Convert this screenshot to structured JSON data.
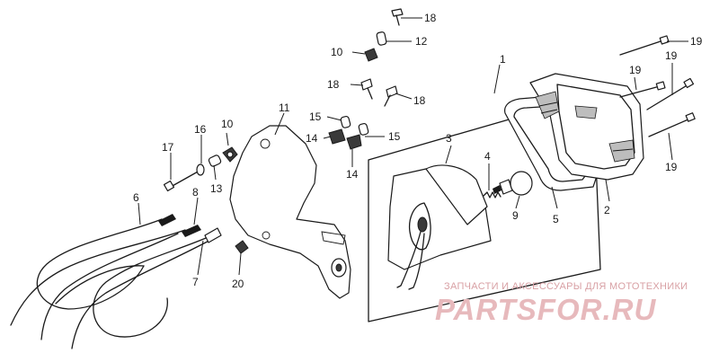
{
  "diagram": {
    "callouts": {
      "c1": "1",
      "c2": "2",
      "c3": "3",
      "c4": "4",
      "c5": "5",
      "c6": "6",
      "c7": "7",
      "c8": "8",
      "c9": "9",
      "c10a": "10",
      "c10b": "10",
      "c11": "11",
      "c12": "12",
      "c13": "13",
      "c14a": "14",
      "c14b": "14",
      "c15a": "15",
      "c15b": "15",
      "c16": "16",
      "c17": "17",
      "c18a": "18",
      "c18b": "18",
      "c18c": "18",
      "c19a": "19",
      "c19b": "19",
      "c19c": "19",
      "c19d": "19",
      "c20": "20"
    }
  },
  "watermark": {
    "tagline": "ЗАПЧАСТИ И АКСЕССУАРЫ ДЛЯ МОТОТЕХНИКИ",
    "brand": "PARTSFOR.RU",
    "color": "#e7b9bc"
  }
}
